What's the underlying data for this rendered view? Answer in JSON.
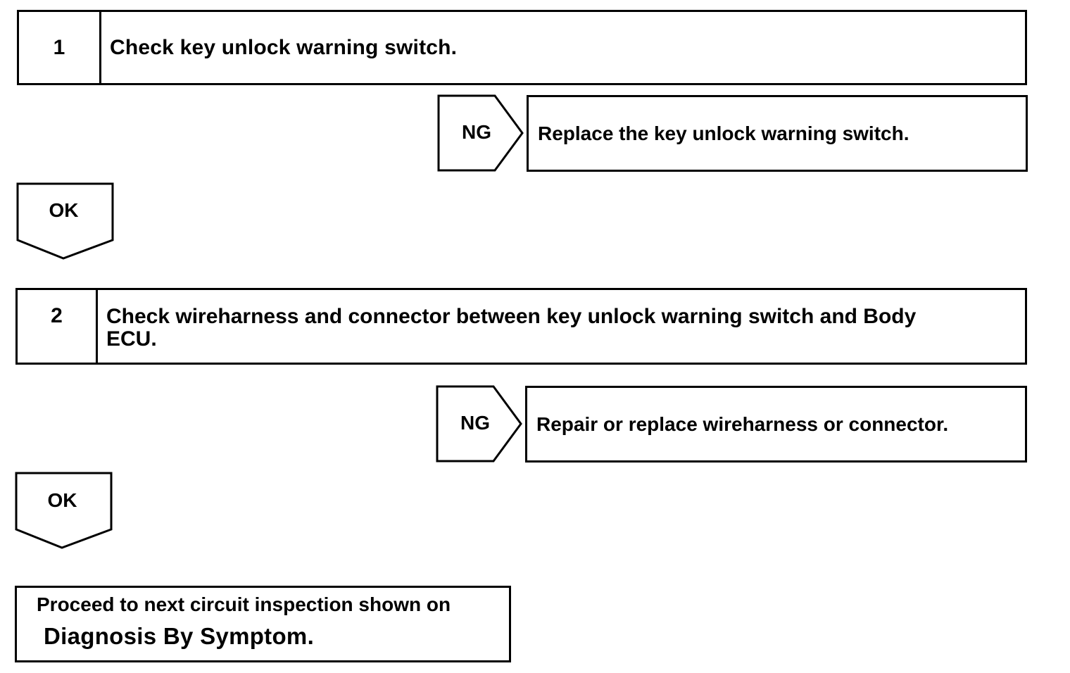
{
  "steps": [
    {
      "number": "1",
      "title": "Check key unlock warning switch.",
      "ng_label": "NG",
      "ng_action": "Replace the key unlock warning switch.",
      "ok_label": "OK"
    },
    {
      "number": "2",
      "title_line1": "Check wireharness and connector between key unlock warning switch and Body",
      "title_line2": "ECU.",
      "ng_label": "NG",
      "ng_action": "Repair or replace wireharness or connector.",
      "ok_label": "OK"
    }
  ],
  "final": {
    "line1": "Proceed to next circuit inspection shown on",
    "line2": "Diagnosis By Symptom."
  }
}
